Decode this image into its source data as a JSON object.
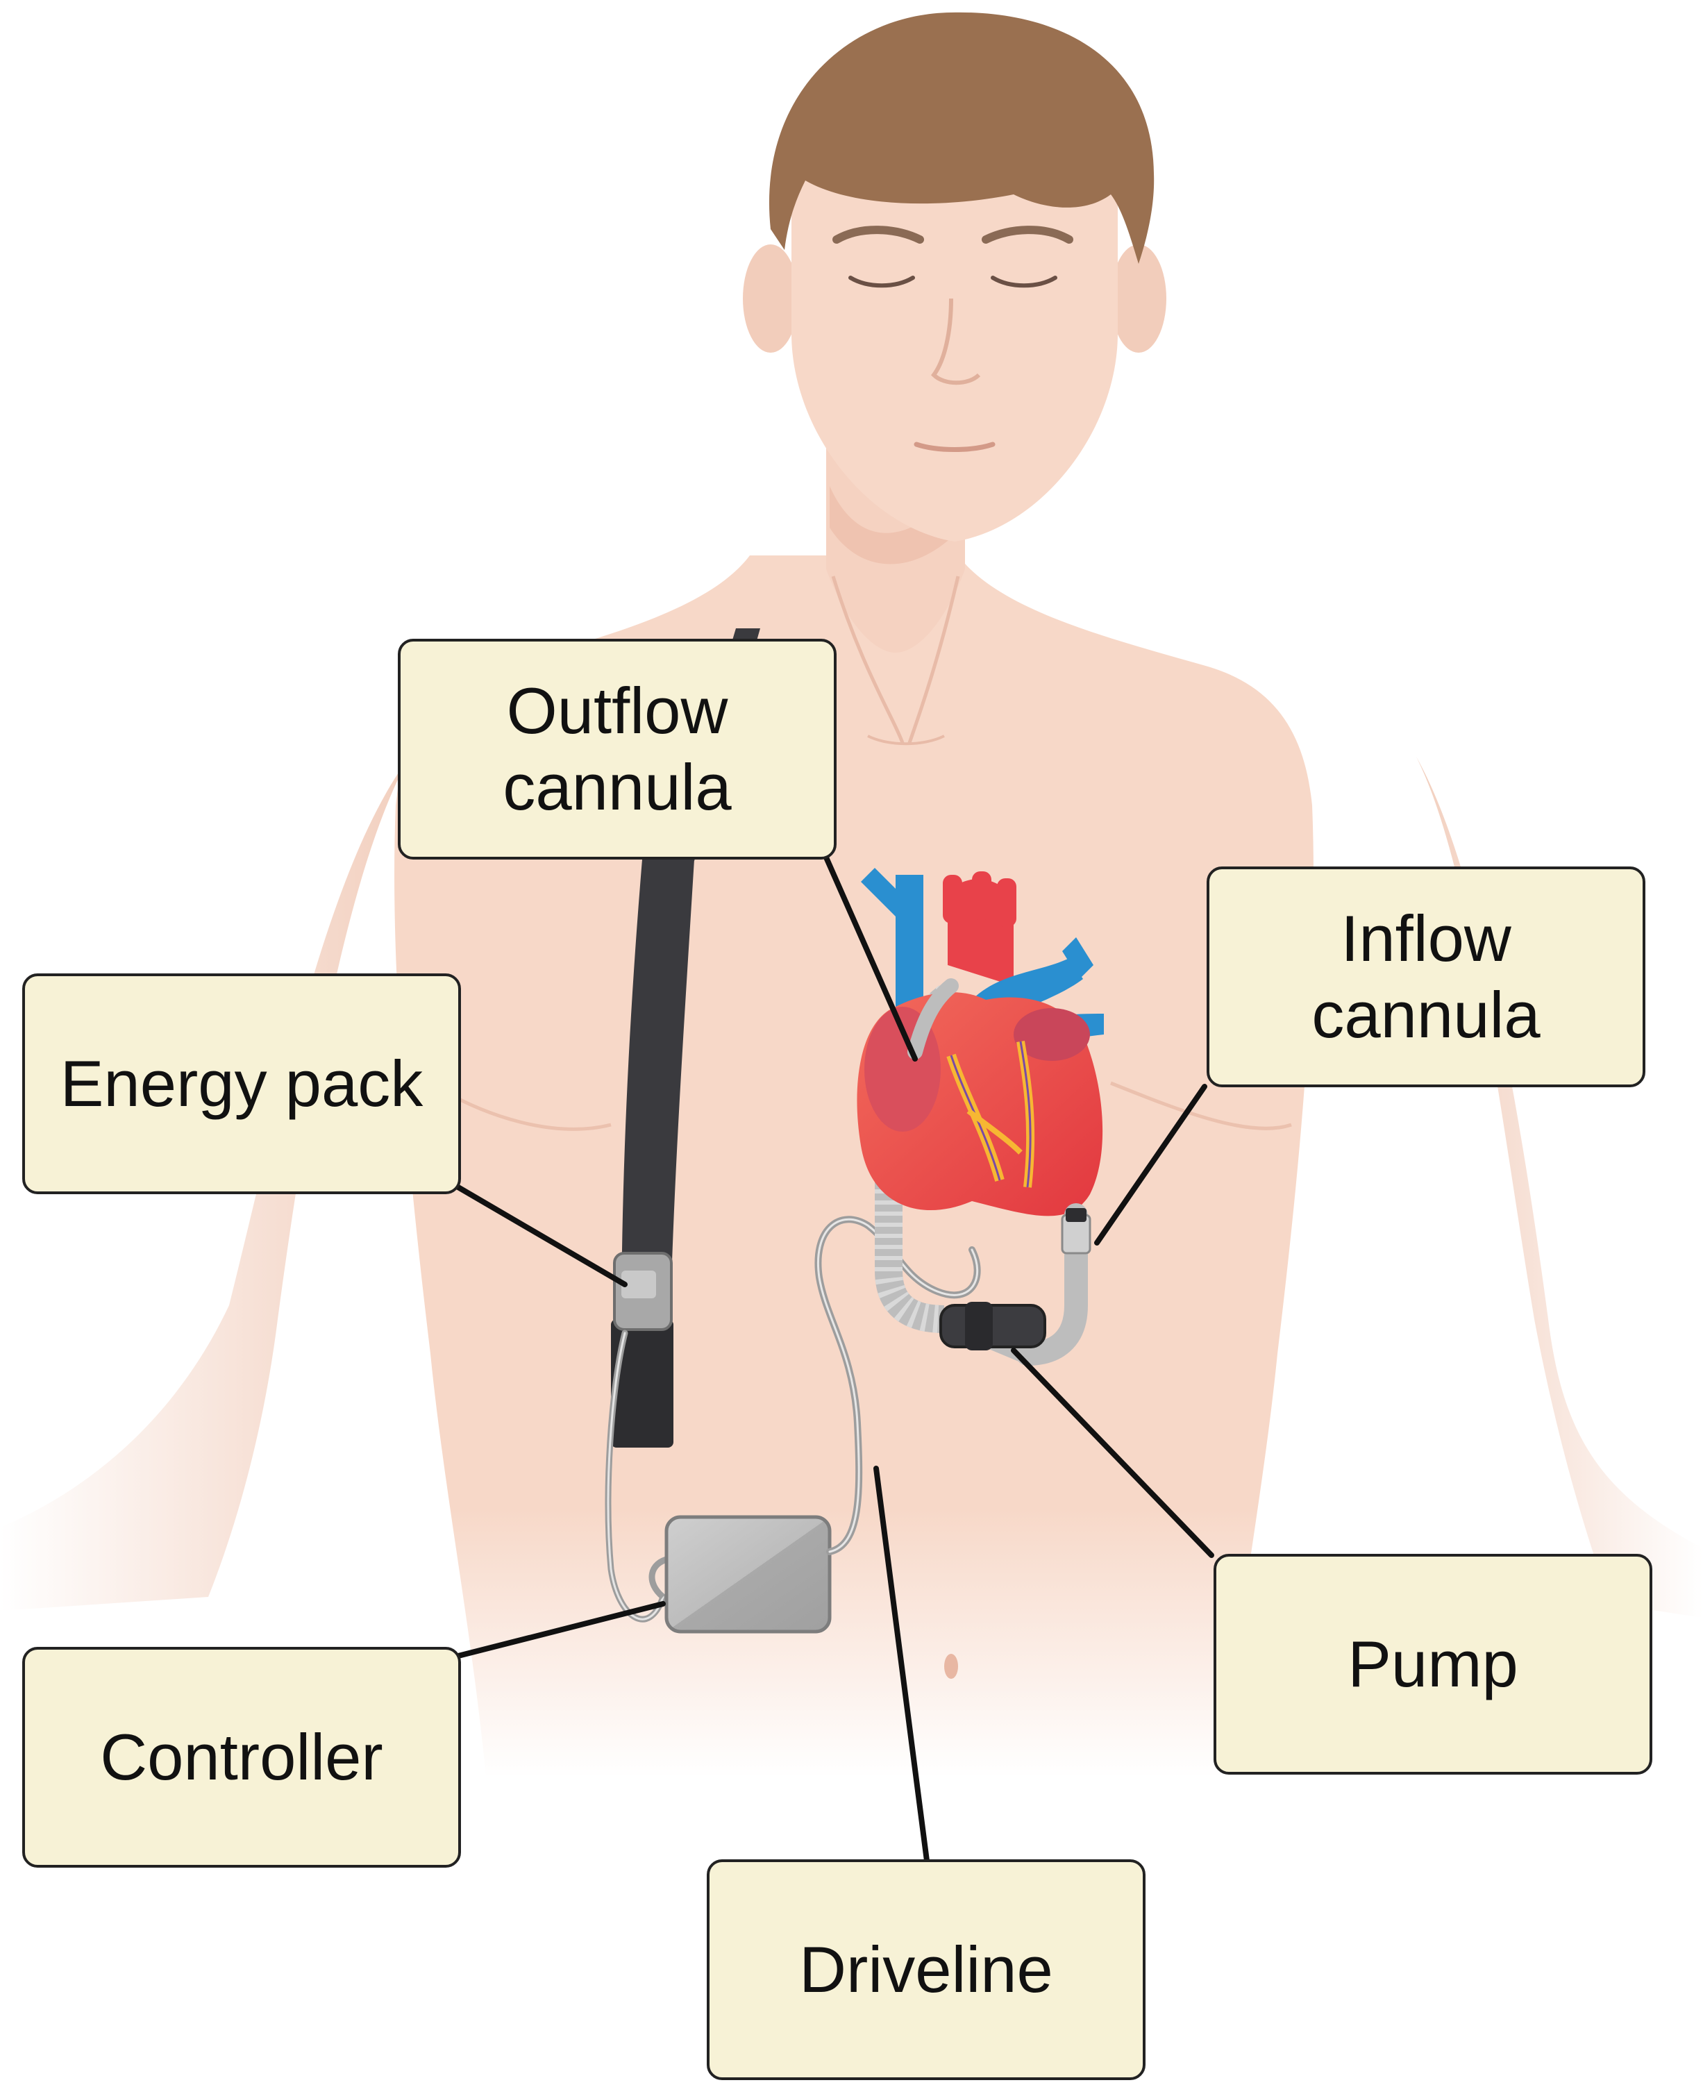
{
  "labels": {
    "outflow_cannula": "Outflow\ncannula",
    "inflow_cannula": "Inflow\ncannula",
    "energy_pack": "Energy pack",
    "controller": "Controller",
    "pump": "Pump",
    "driveline": "Driveline"
  },
  "colors": {
    "skin": "#f7d8c8",
    "skin_shadow": "#efc7b3",
    "hair": "#9a7050",
    "label_fill": "#f7f2d6",
    "label_border": "#222222",
    "leader_line": "#111111",
    "heart_red": "#e8424a",
    "vein_blue": "#2a8fd0",
    "artery_yellow": "#f7b733",
    "device_grey": "#bdbdbd",
    "strap_dark": "#3a3a3e"
  }
}
